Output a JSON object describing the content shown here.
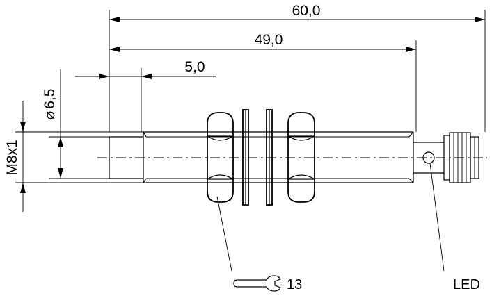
{
  "dimensions": {
    "overall_length": "60,0",
    "housing_length": "49,0",
    "tip_length": "5,0",
    "tip_diameter": "6,5",
    "diameter_symbol": "⌀",
    "thread": "M8x1"
  },
  "callouts": {
    "wrench_size": "13",
    "led": "LED"
  }
}
